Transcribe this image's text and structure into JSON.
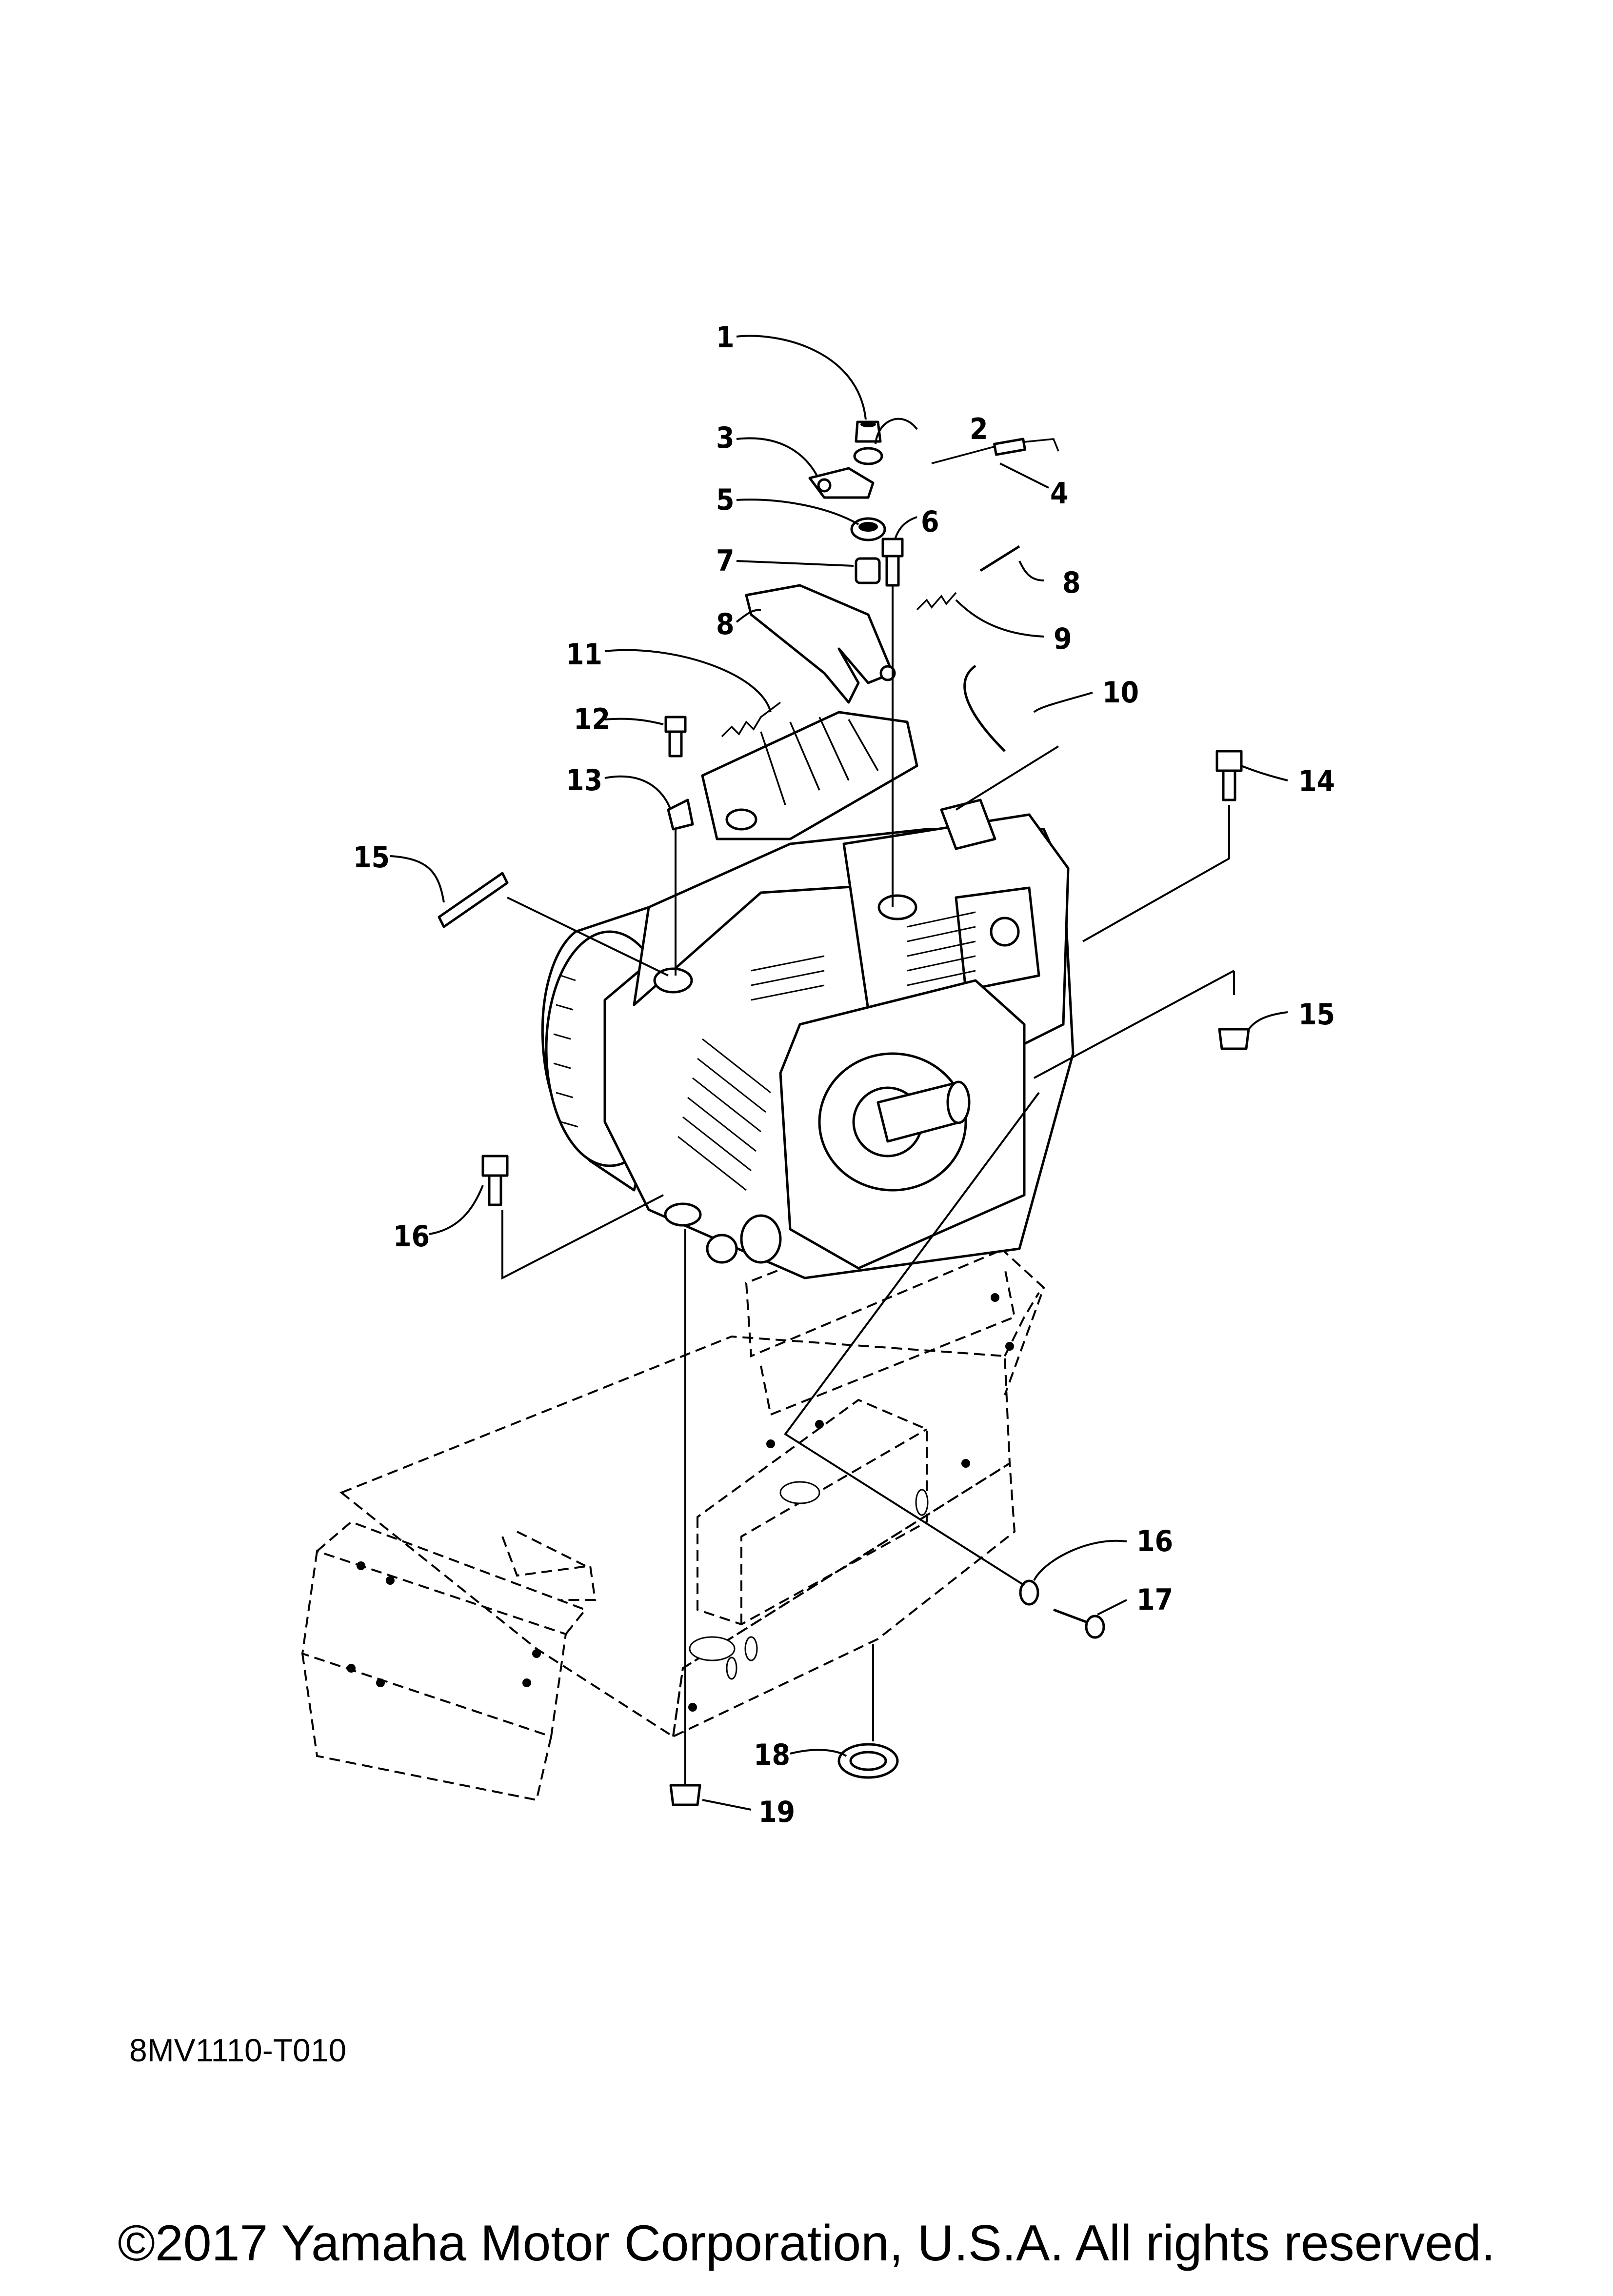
{
  "diagram_code": "8MV1110-T010",
  "copyright": "©2017 Yamaha Motor Corporation, U.S.A. All rights reserved.",
  "callouts": [
    "1",
    "2",
    "3",
    "4",
    "5",
    "6",
    "7",
    "8",
    "8",
    "9",
    "10",
    "11",
    "12",
    "13",
    "14",
    "15",
    "15",
    "16",
    "16",
    "17",
    "18",
    "19"
  ]
}
